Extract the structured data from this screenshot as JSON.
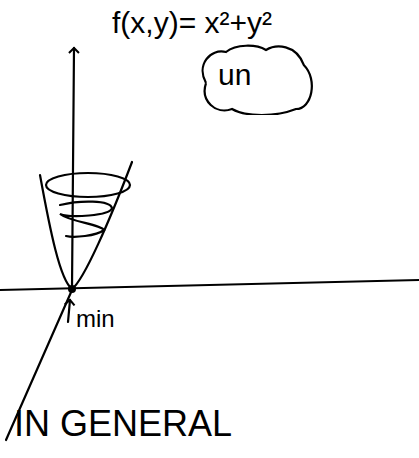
{
  "diagram": {
    "nodes": [
      {
        "text": [
          "un"
        ]
      }
    ],
    "labels": [
      "f(x,y)= x²+y²",
      "min",
      "IN GENERAL"
    ]
  }
}
